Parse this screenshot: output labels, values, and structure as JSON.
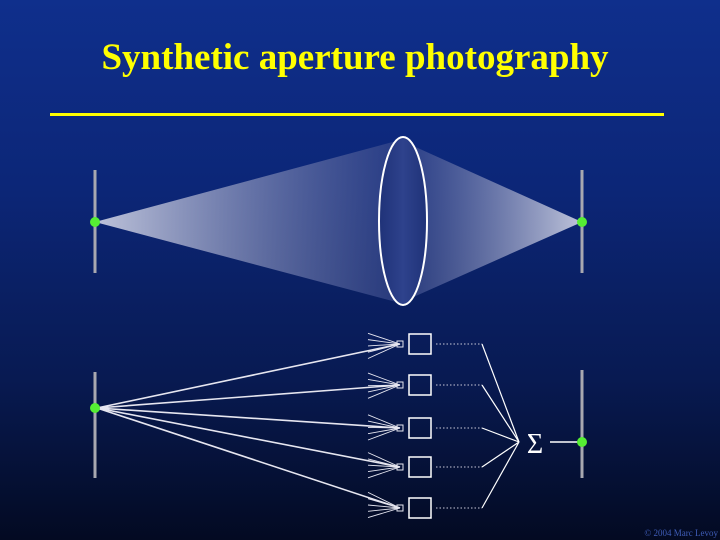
{
  "title": "Synthetic aperture photography",
  "sum_symbol": "Σ",
  "copyright": "© 2004 Marc Levoy",
  "colors": {
    "background_top": "#0f2f8c",
    "background_bottom": "#030a22",
    "title": "#ffff00",
    "rule": "#ffff00",
    "point": "#55ee33",
    "lines": "#e6e6f0"
  }
}
